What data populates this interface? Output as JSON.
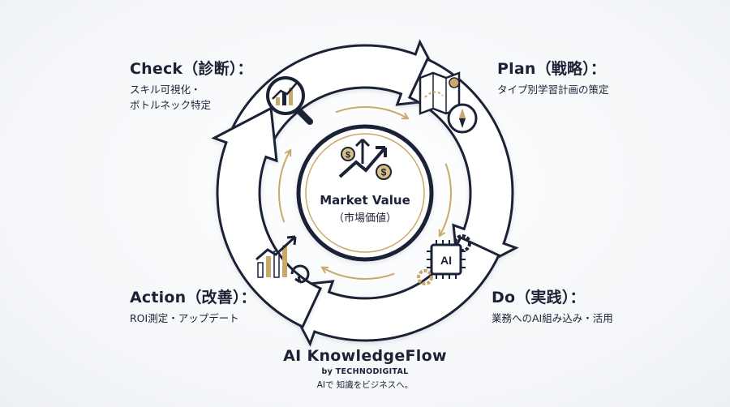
{
  "stages": {
    "check": {
      "title": "Check（診断）：",
      "lines": [
        "スキル可視化・",
        "ボトルネック特定"
      ]
    },
    "plan": {
      "title": "Plan（戦略）：",
      "lines": [
        "タイプ別学習計画の策定"
      ]
    },
    "do": {
      "title": "Do（実践）：",
      "lines": [
        "業務へのAI組み込み・活用"
      ]
    },
    "action": {
      "title": "Action（改善）：",
      "lines": [
        "ROI測定・アップデート"
      ]
    }
  },
  "center": {
    "title": "Market Value",
    "subtitle": "（市場価値）"
  },
  "chip_label": "AI",
  "brand": {
    "name": "AI KnowledgeFlow",
    "by": "by TECHNODIGITAL",
    "tagline": "AIで 知識をビジネスへ。"
  },
  "colors": {
    "navy": "#1b2236",
    "gold": "#c8a96a",
    "arrow_fill": "#ffffff",
    "ring": "#ffffff"
  },
  "icons": {
    "check": "magnifier-chart-icon",
    "plan": "map-compass-icon",
    "do": "ai-chip-gears-icon",
    "action": "growth-chart-refresh-icon",
    "center": "dollar-growth-icon"
  }
}
